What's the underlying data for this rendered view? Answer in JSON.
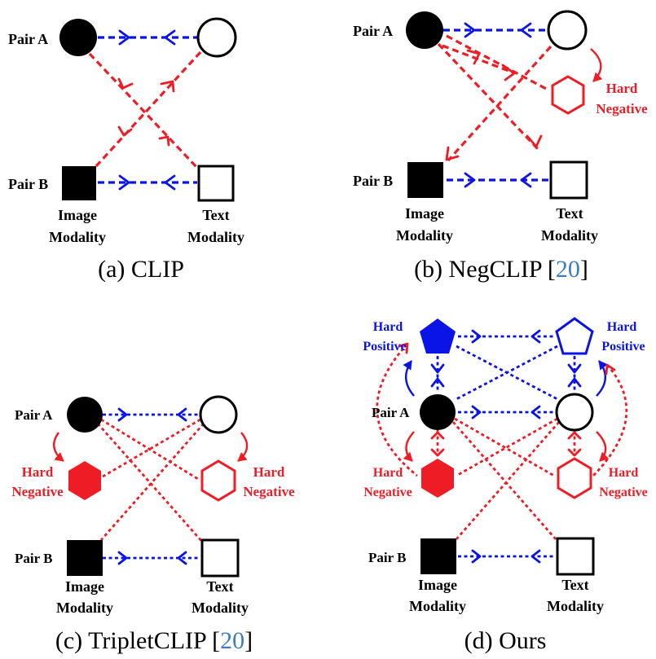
{
  "colors": {
    "positive": "#0a14e6",
    "negative": "#ee1c24",
    "node": "#000000"
  },
  "labels": {
    "pair_a": "Pair A",
    "pair_b": "Pair B",
    "image": "Image",
    "text": "Text",
    "modality": "Modality",
    "hard": "Hard",
    "negative": "Negative",
    "positive": "Positive"
  },
  "panels": [
    {
      "id": "a",
      "caption": "(a) CLIP",
      "ref": ""
    },
    {
      "id": "b",
      "caption": "(b) NegCLIP [",
      "ref": "20",
      "close": "]"
    },
    {
      "id": "c",
      "caption": "(c) TripletCLIP [",
      "ref": "20",
      "close": "]"
    },
    {
      "id": "d",
      "caption": "(d) Ours",
      "ref": ""
    }
  ]
}
